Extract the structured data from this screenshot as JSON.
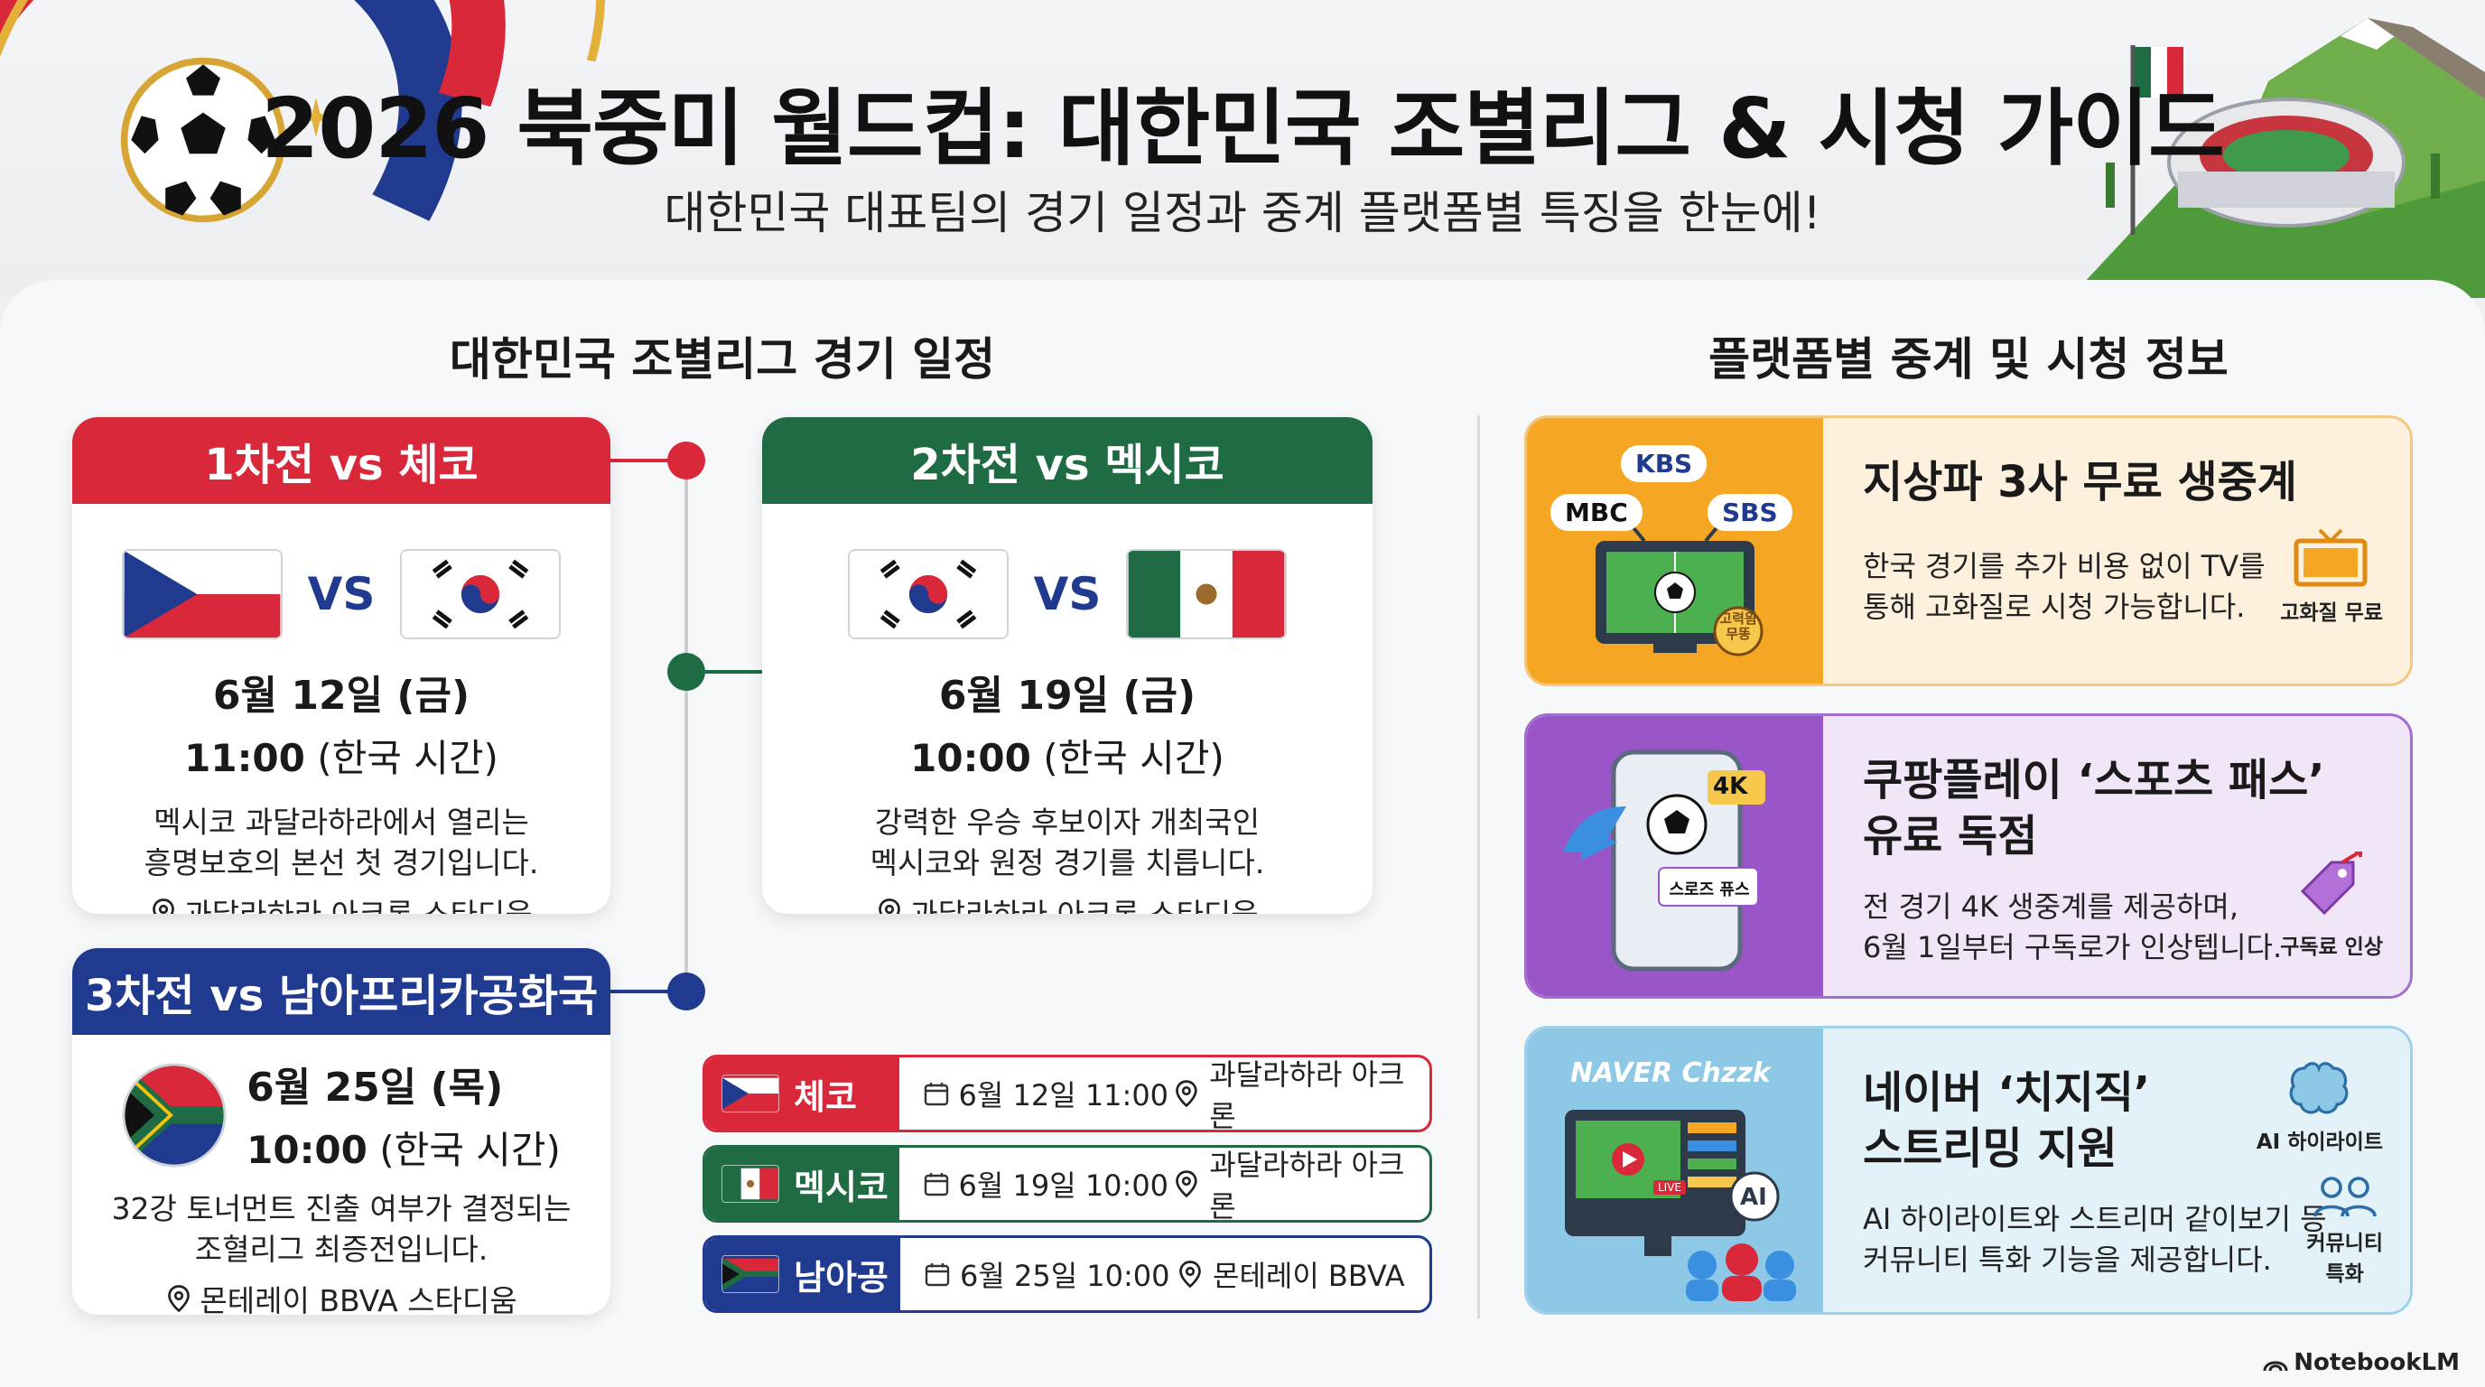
{
  "header": {
    "title": "2026 북중미 월드컵: 대한민국 조별리그 & 시청 가이드",
    "subtitle": "대한민국 대표팀의 경기 일정과 중계 플랫폼별 특징을 한눈에!"
  },
  "schedule": {
    "section_title": "대한민국 조별리그 경기 일정",
    "vs_label": "VS",
    "matches": [
      {
        "head": "1차전 vs 체코",
        "date": "6월 12일 (금)",
        "time": "11:00",
        "time_suffix": "(한국 시간)",
        "desc_line1": "멕시코 과달라하라에서 열리는",
        "desc_line2": "흥명보호의 본선 첫 경기입니다.",
        "venue": "과달라하라 아크론 스타디움"
      },
      {
        "head": "2차전 vs 멕시코",
        "date": "6월 19일 (금)",
        "time": "10:00",
        "time_suffix": "(한국 시간)",
        "desc_line1": "강력한 우승 후보이자 개최국인",
        "desc_line2": "멕시코와 원정 경기를 치릅니다.",
        "venue": "과달라하라 아크론 스타디움"
      },
      {
        "head": "3차전 vs 남아프리카공화국",
        "date": "6월 25일 (목)",
        "time": "10:00",
        "time_suffix": "(한국 시간)",
        "desc_line1": "32강 토너먼트 진출 여부가 결정되는",
        "desc_line2": "조혈리그 최증전입니다.",
        "venue": "몬테레이 BBVA 스타디움"
      }
    ],
    "summary": [
      {
        "team": "체코",
        "datetime": "6월 12일 11:00",
        "venue": "과달라하라 아크론"
      },
      {
        "team": "멕시코",
        "datetime": "6월 19일 10:00",
        "venue": "과달라하라 아크론"
      },
      {
        "team": "남아공",
        "datetime": "6월 25일 10:00",
        "venue": "몬테레이 BBVA"
      }
    ]
  },
  "platforms": {
    "section_title": "플랫폼별 중계 및 시청 정보",
    "items": [
      {
        "title_line1": "지상파 3사 무료 생중계",
        "title_line2": "",
        "desc_line1": "한국 경기를 추가 비용 없이 TV를",
        "desc_line2": "통해 고화질로 시청 가능합니다.",
        "side_label": "고화질 무료",
        "art_labels": {
          "kbs": "KBS",
          "mbc": "MBC",
          "sbs": "SBS",
          "badge": "고력읨\n무똥"
        },
        "bg": "#fdf1de",
        "art_bg": "#f5a623",
        "border": "#f3c77e"
      },
      {
        "title_line1": "쿠팡플레이 ‘스포츠 패스’",
        "title_line2": "유료 독점",
        "desc_line1": "전 경기 4K 생중계를 제공하며,",
        "desc_line2": "6월 1일부터 구독로가 인상텝니다.",
        "side_label": "구독료 인상",
        "art_labels": {
          "badge4k": "4K",
          "pass": "스로즈 퓨스"
        },
        "bg": "#f1e6f8",
        "art_bg": "#9a55c8",
        "border": "#a46ed0"
      },
      {
        "title_line1": "네이버 ‘치지직’",
        "title_line2": "스트리밍 지원",
        "desc_line1": "AI 하이라이트와 스트리머 같이보기 등",
        "desc_line2": "커뮤니티 특화 기능을 제공합니다.",
        "side_label": "AI 하이라이트",
        "side_label2": "커뮤니티\n특화",
        "art_labels": {
          "brand": "NAVER Chzzk",
          "ai": "AI",
          "live": "LIVE"
        },
        "bg": "#e3f1f8",
        "art_bg": "#8dc8e6",
        "border": "#9fd2ea"
      }
    ]
  },
  "footer": {
    "logo": "NotebookLM"
  },
  "colors": {
    "red": "#d8283a",
    "green": "#1e6b44",
    "blue": "#1f3a8f"
  }
}
